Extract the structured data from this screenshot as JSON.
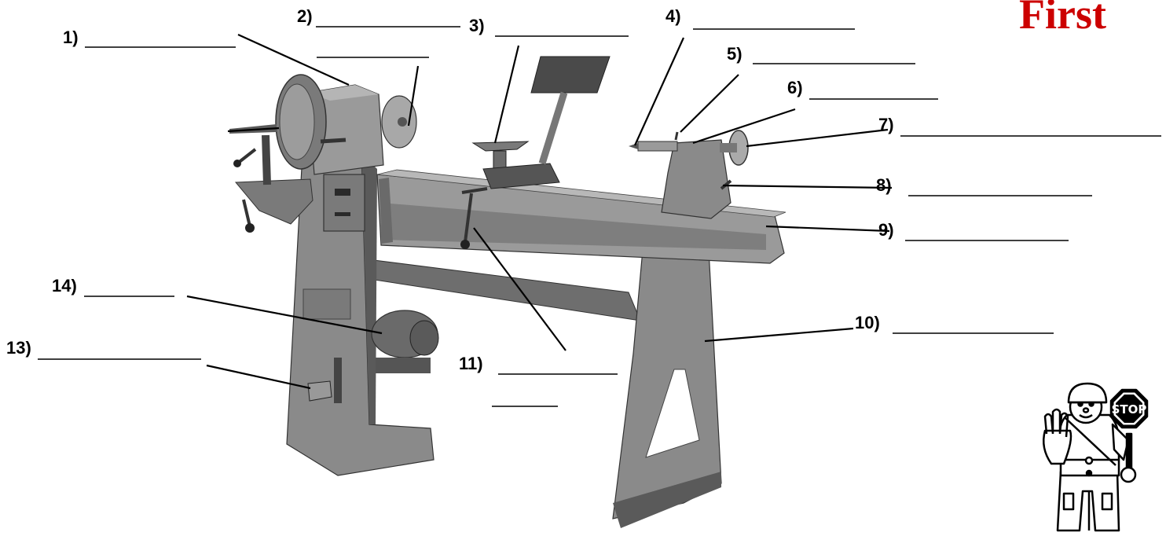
{
  "title": "First",
  "labels": [
    {
      "number": "1)"
    },
    {
      "number": "2)"
    },
    {
      "number": "3)"
    },
    {
      "number": "4)"
    },
    {
      "number": "5)"
    },
    {
      "number": "6)"
    },
    {
      "number": "7)"
    },
    {
      "number": "8)"
    },
    {
      "number": "9)"
    },
    {
      "number": "10)"
    },
    {
      "number": "11)"
    },
    {
      "number": "13)"
    },
    {
      "number": "14)"
    }
  ],
  "stop_sign": {
    "text": "STOP"
  },
  "colors": {
    "title": "#cc0000",
    "machine": "#8a8a8a",
    "machine_dark": "#4a4a4a",
    "machine_light": "#b5b5b5",
    "line": "#000000"
  },
  "icons": {
    "stop_figure": "crossing-guard-stop-icon"
  }
}
